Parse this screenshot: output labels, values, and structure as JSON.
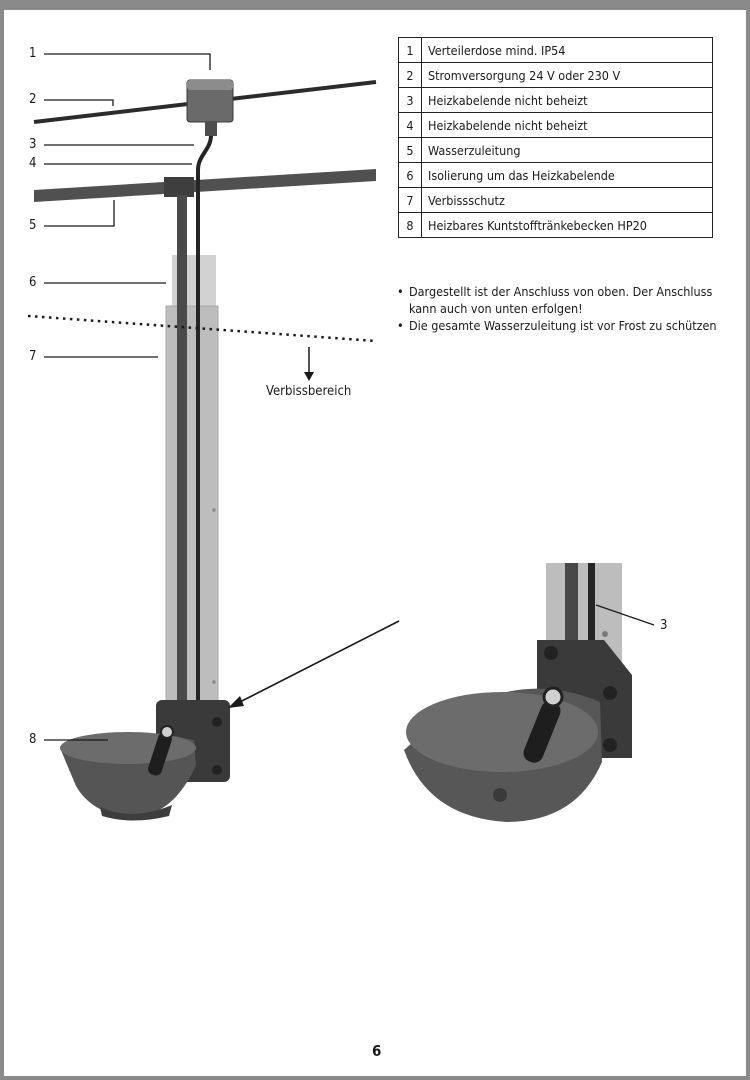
{
  "legend": [
    {
      "num": "1",
      "text": "Verteilerdose mind. IP54"
    },
    {
      "num": "2",
      "text": "Stromversorgung 24 V oder 230 V"
    },
    {
      "num": "3",
      "text": "Heizkabelende nicht beheizt"
    },
    {
      "num": "4",
      "text": "Heizkabelende nicht beheizt"
    },
    {
      "num": "5",
      "text": "Wasserzuleitung"
    },
    {
      "num": "6",
      "text": "Isolierung um das Heizkabelende"
    },
    {
      "num": "7",
      "text": "Verbissschutz"
    },
    {
      "num": "8",
      "text": "Heizbares Kuntstofftränkebecken HP20"
    }
  ],
  "notes": [
    "Dargestellt ist der Anschluss von oben. Der Anschluss kann auch von unten erfolgen!",
    "Die gesamte Wasserzuleitung ist vor Frost zu schützen"
  ],
  "callouts": {
    "c1": "1",
    "c2": "2",
    "c3": "3",
    "c4": "4",
    "c5": "5",
    "c6": "6",
    "c7": "7",
    "c8": "8",
    "c3_detail": "3"
  },
  "bite_zone_label": "Verbissbereich",
  "page_number": "6"
}
